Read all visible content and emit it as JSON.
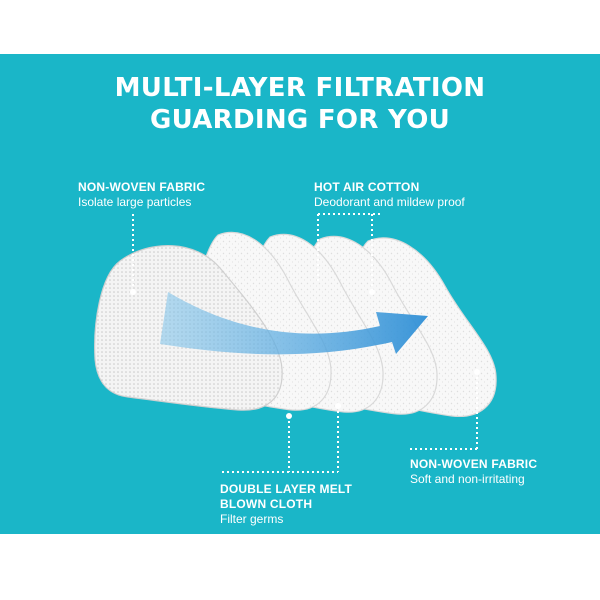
{
  "headline": {
    "line1": "MULTI-LAYER FILTRATION",
    "line2": "GUARDING FOR YOU"
  },
  "layers": [
    {
      "title": "NON-WOVEN FABRIC",
      "subtitle": "Isolate large particles"
    },
    {
      "title": "HOT AIR COTTON",
      "subtitle": "Deodorant and mildew proof"
    },
    {
      "title": "DOUBLE LAYER MELT",
      "title2": "BLOWN CLOTH",
      "subtitle": "Filter germs"
    },
    {
      "title": "NON-WOVEN FABRIC",
      "subtitle": "Soft and non-irritating"
    }
  ],
  "colors": {
    "background": "#1ab6c8",
    "text": "#ffffff",
    "arrow": "#3a97d8",
    "layer": "#f2f2f2"
  }
}
